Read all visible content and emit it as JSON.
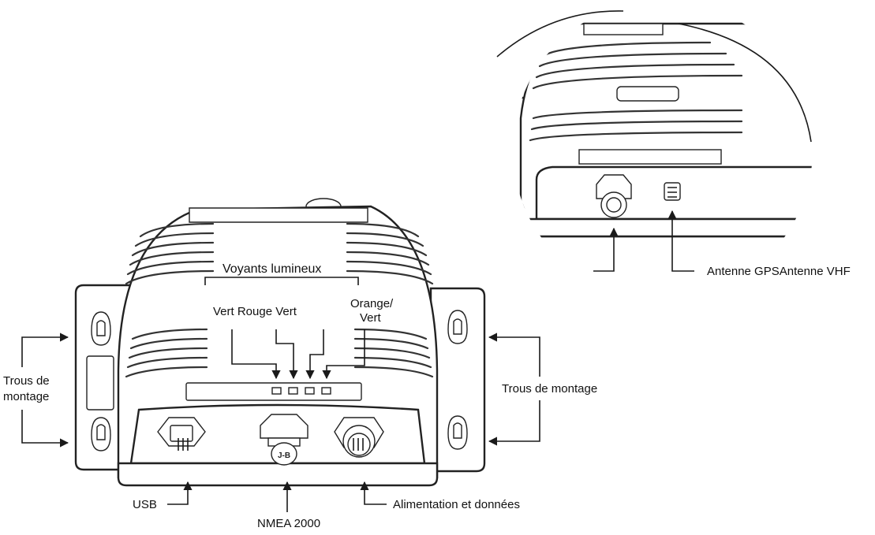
{
  "labels": {
    "leds_title": "Voyants lumineux",
    "led_colors": "Vert Rouge Vert",
    "orange_vert_1": "Orange/",
    "orange_vert_2": "Vert",
    "mount_left_1": "Trous de",
    "mount_left_2": "montage",
    "mount_right": "Trous de montage",
    "usb": "USB",
    "nmea": "NMEA 2000",
    "power": "Alimentation et données",
    "antennas": "Antenne GPSAntenne VHF"
  },
  "connectors": {
    "nmea_marking": "J-B"
  }
}
